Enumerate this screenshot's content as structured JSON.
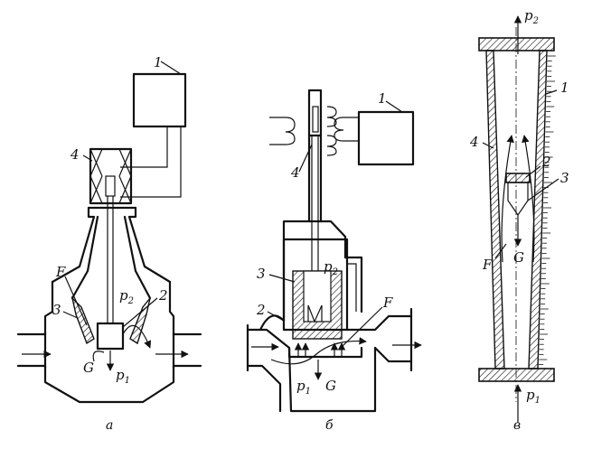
{
  "panels": [
    {
      "caption": "а",
      "labels": {
        "block": "1",
        "electromagnet": "4",
        "seat": "3",
        "plug": "2",
        "area": "F",
        "pressure_low": "p",
        "pressure_low_sub": "1",
        "pressure_high": "p",
        "pressure_high_sub": "2",
        "flow": "G"
      }
    },
    {
      "caption": "б",
      "labels": {
        "block": "1",
        "sensor": "4",
        "chamber": "3",
        "body": "2",
        "area": "F",
        "pressure_low": "p",
        "pressure_low_sub": "1",
        "pressure_high": "p",
        "pressure_high_sub": "2",
        "flow": "G"
      }
    },
    {
      "caption": "в",
      "labels": {
        "scale": "1",
        "float": "2",
        "cone": "3",
        "tube": "4",
        "area": "F",
        "flow": "G",
        "pressure_top": "p",
        "pressure_top_sub": "2",
        "pressure_bottom": "p",
        "pressure_bottom_sub": "1"
      }
    }
  ]
}
